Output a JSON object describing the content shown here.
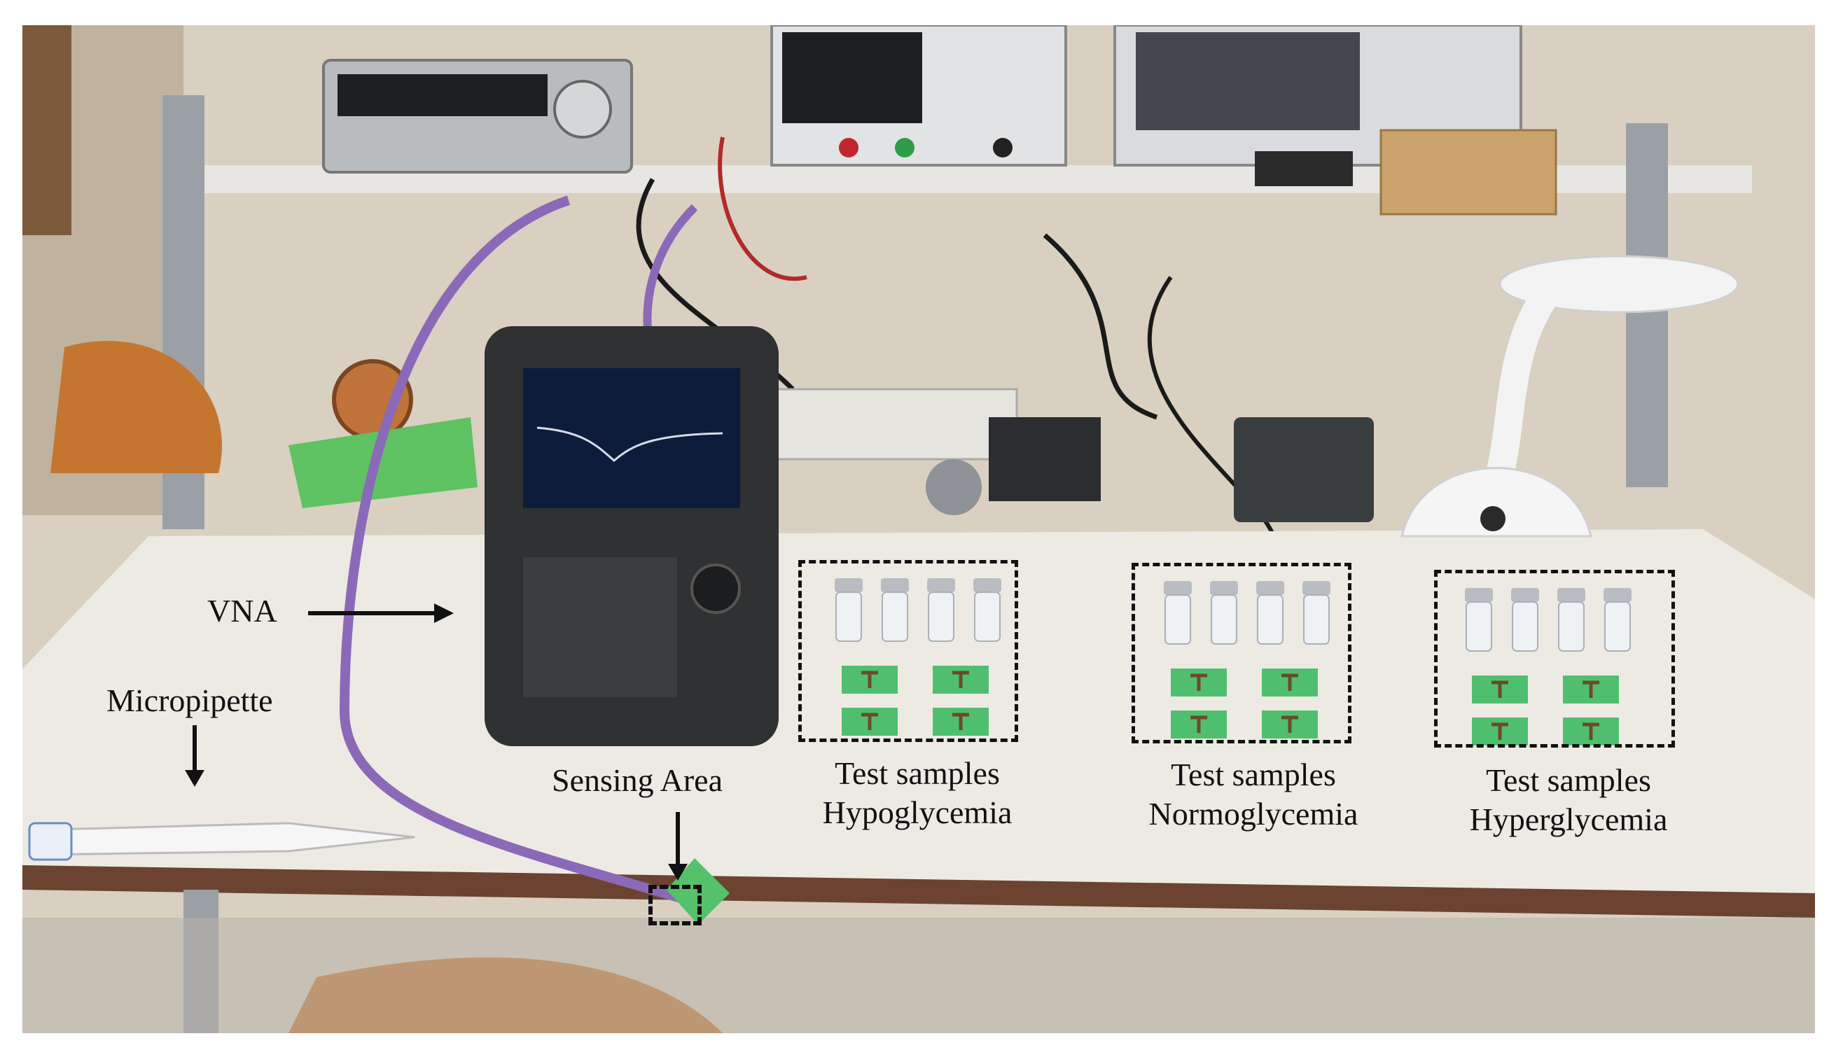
{
  "figure": {
    "labels": {
      "vna": "VNA",
      "micropipette": "Micropipette",
      "sensing_area": "Sensing Area",
      "hypo_line1": "Test samples",
      "hypo_line2": "Hypoglycemia",
      "normo_line1": "Test samples",
      "normo_line2": "Normoglycemia",
      "hyper_line1": "Test samples",
      "hyper_line2": "Hyperglycemia"
    },
    "colors": {
      "annotation_ink": "#111111",
      "table_top": "#ece9e3",
      "table_edge": "#5a3a2a",
      "pcb_green": "#4fbf6f",
      "cable_purple": "#8a6ab8",
      "vna_body": "#2f3133",
      "wall": "#d8cfc0",
      "chair_orange": "#c9772e"
    },
    "groups": [
      "hypoglycemia",
      "normoglycemia",
      "hyperglycemia"
    ],
    "vials_per_group": 4,
    "sensors_per_group": 4
  }
}
